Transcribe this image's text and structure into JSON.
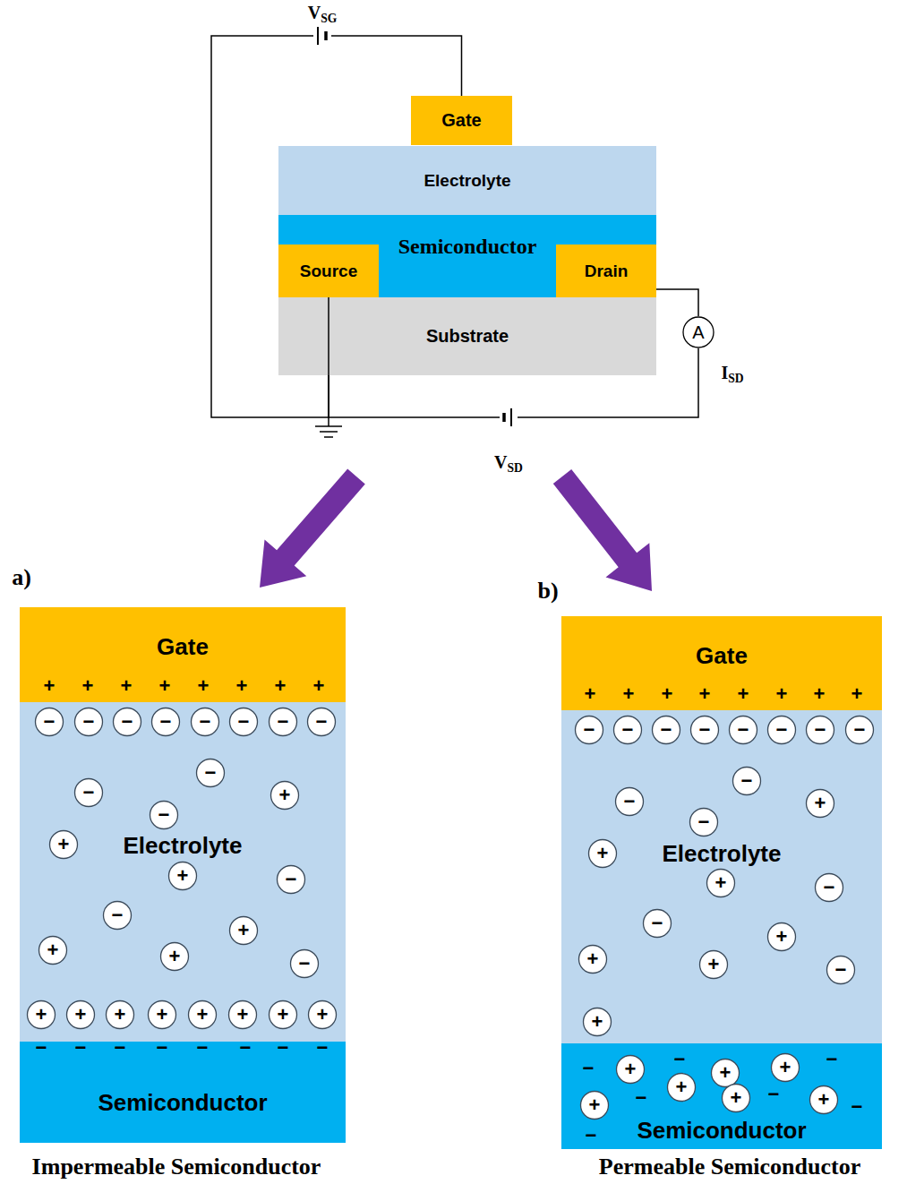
{
  "diagram": {
    "nodes": [
      {
        "text": [
          "Gate"
        ]
      },
      {
        "text": [
          "Electrolyte"
        ]
      },
      {
        "text": [
          "Semiconductor"
        ]
      },
      {
        "text": [
          "Source"
        ]
      },
      {
        "text": [
          "Drain"
        ]
      },
      {
        "text": [
          "Substrate"
        ]
      },
      {
        "text": [
          "A"
        ]
      },
      {
        "text": [
          "Gate"
        ]
      },
      {
        "text": [
          "Electrolyte"
        ]
      },
      {
        "text": [
          "Semiconductor"
        ]
      },
      {
        "text": [
          "−"
        ],
        "in": 8
      },
      {
        "text": [
          "−"
        ],
        "in": 8
      },
      {
        "text": [
          "−"
        ],
        "in": 8
      },
      {
        "text": [
          "−"
        ],
        "in": 8
      },
      {
        "text": [
          "−"
        ],
        "in": 8
      },
      {
        "text": [
          "−"
        ],
        "in": 8
      },
      {
        "text": [
          "−"
        ],
        "in": 8
      },
      {
        "text": [
          "−"
        ],
        "in": 8
      },
      {
        "text": [
          "−"
        ],
        "in": 8
      },
      {
        "text": [
          "−"
        ],
        "in": 8
      },
      {
        "text": [
          "−"
        ],
        "in": 8
      },
      {
        "text": [
          "+"
        ],
        "in": 8
      },
      {
        "text": [
          "+"
        ],
        "in": 8
      },
      {
        "text": [
          "+"
        ],
        "in": 8
      },
      {
        "text": [
          "−"
        ],
        "in": 8
      },
      {
        "text": [
          "−"
        ],
        "in": 8
      },
      {
        "text": [
          "+"
        ],
        "in": 8
      },
      {
        "text": [
          "+"
        ],
        "in": 8
      },
      {
        "text": [
          "+"
        ],
        "in": 8
      },
      {
        "text": [
          "−"
        ],
        "in": 8
      },
      {
        "text": [
          "+"
        ],
        "in": 8
      },
      {
        "text": [
          "+"
        ],
        "in": 8
      },
      {
        "text": [
          "+"
        ],
        "in": 8
      },
      {
        "text": [
          "+"
        ],
        "in": 8
      },
      {
        "text": [
          "+"
        ],
        "in": 8
      },
      {
        "text": [
          "+"
        ],
        "in": 8
      },
      {
        "text": [
          "+"
        ],
        "in": 8
      },
      {
        "text": [
          "+"
        ],
        "in": 8
      },
      {
        "text": [
          "Gate"
        ]
      },
      {
        "text": [
          "Electrolyte"
        ]
      },
      {
        "text": [
          "Semiconductor"
        ]
      },
      {
        "text": [
          "−"
        ],
        "in": 39
      },
      {
        "text": [
          "−"
        ],
        "in": 39
      },
      {
        "text": [
          "−"
        ],
        "in": 39
      },
      {
        "text": [
          "−"
        ],
        "in": 39
      },
      {
        "text": [
          "−"
        ],
        "in": 39
      },
      {
        "text": [
          "−"
        ],
        "in": 39
      },
      {
        "text": [
          "−"
        ],
        "in": 39
      },
      {
        "text": [
          "−"
        ],
        "in": 39
      },
      {
        "text": [
          "−"
        ],
        "in": 39
      },
      {
        "text": [
          "−"
        ],
        "in": 39
      },
      {
        "text": [
          "−"
        ],
        "in": 39
      },
      {
        "text": [
          "+"
        ],
        "in": 39
      },
      {
        "text": [
          "+"
        ],
        "in": 39
      },
      {
        "text": [
          "+"
        ],
        "in": 39
      },
      {
        "text": [
          "−"
        ],
        "in": 39
      },
      {
        "text": [
          "−"
        ],
        "in": 39
      },
      {
        "text": [
          "+"
        ],
        "in": 39
      },
      {
        "text": [
          "+"
        ],
        "in": 39
      },
      {
        "text": [
          "+"
        ],
        "in": 39
      },
      {
        "text": [
          "−"
        ],
        "in": 39
      },
      {
        "text": [
          "+"
        ],
        "in": 39
      },
      {
        "text": [
          "+"
        ],
        "in": 40
      },
      {
        "text": [
          "+"
        ],
        "in": 40
      },
      {
        "text": [
          "+"
        ],
        "in": 40
      },
      {
        "text": [
          "+"
        ],
        "in": 40
      },
      {
        "text": [
          "+"
        ],
        "in": 40
      },
      {
        "text": [
          "+"
        ],
        "in": 40
      },
      {
        "text": [
          "+"
        ],
        "in": 40
      }
    ],
    "edges": [
      {
        "from": 0,
        "to": 3,
        "arrow": "none"
      },
      {
        "from": 4,
        "to": 6,
        "arrow": "none"
      },
      {
        "from": 6,
        "to": 3,
        "arrow": "none"
      }
    ],
    "labels": [
      "VSG",
      "ISD",
      "VSD",
      "a)",
      "b)",
      "+",
      "+",
      "+",
      "+",
      "+",
      "+",
      "+",
      "+",
      "−",
      "−",
      "−",
      "−",
      "−",
      "−",
      "−",
      "−",
      "+",
      "+",
      "+",
      "+",
      "+",
      "+",
      "+",
      "+",
      "−",
      "−",
      "−",
      "−",
      "−",
      "−",
      "−",
      "Impermeable Semiconductor",
      "Permeable Semiconductor"
    ]
  }
}
